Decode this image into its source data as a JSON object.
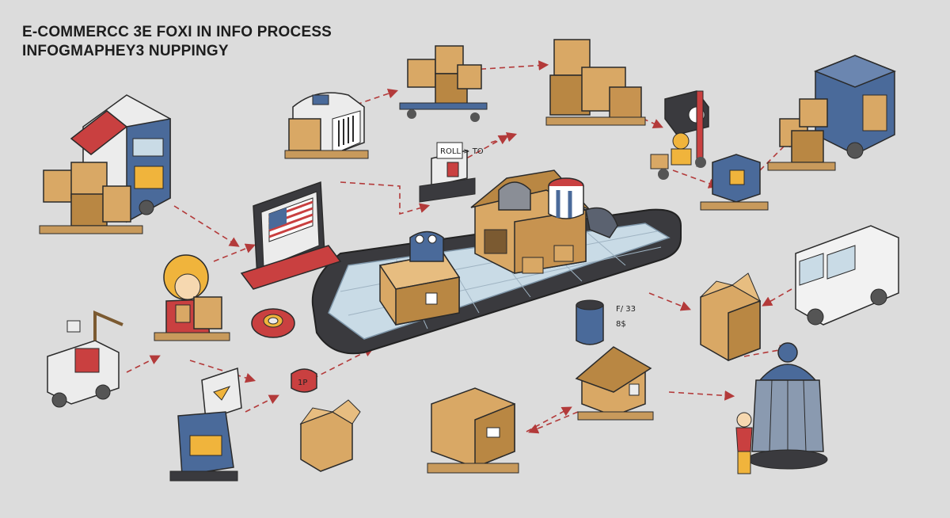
{
  "header": {
    "title_line1": "E-COMMERCC 3E FOXI  IN INFO PROCESS",
    "title_line2": "INFOGMAPHEY3 NUPPINGY"
  },
  "labels": {
    "device_screen": "ROLL > TO",
    "note_top": "F/ 33",
    "note_bottom": "8$",
    "token": "1P"
  },
  "colors": {
    "background": "#dcdcdc",
    "outline": "#2a2a2a",
    "box": "#d9a865",
    "box_dark": "#b98743",
    "pallet": "#c89a5c",
    "arrow": "#b33a3a",
    "accent_red": "#c94040",
    "accent_blue": "#4a6a9a",
    "accent_yellow": "#f0b43c"
  }
}
